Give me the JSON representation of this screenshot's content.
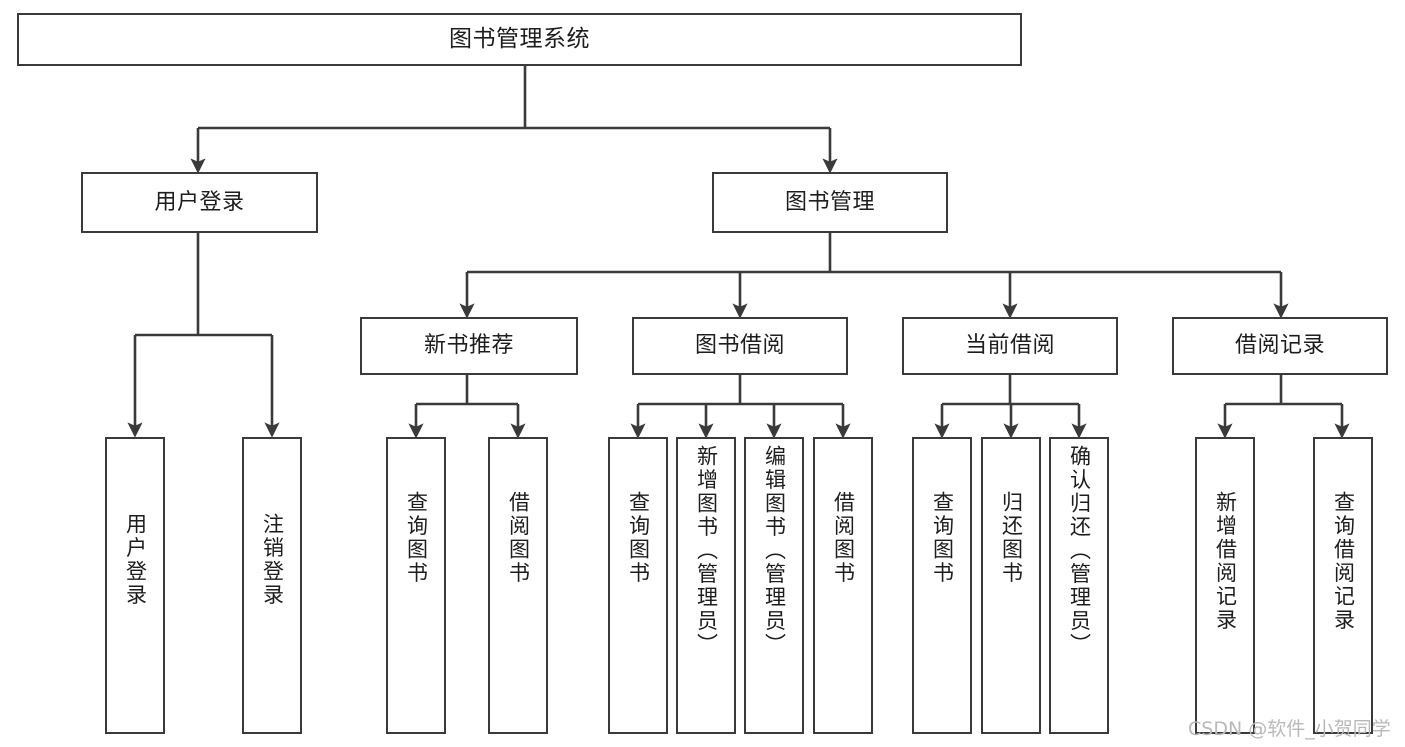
{
  "diagram": {
    "title": "图书管理系统",
    "type": "hierarchy-tree",
    "levels": 4
  },
  "watermark": {
    "text": "CSDN @软件_小贺同学"
  },
  "nodes": {
    "root": {
      "label": "图书管理系统"
    },
    "level2": [
      {
        "label": "用户登录"
      },
      {
        "label": "图书管理"
      }
    ],
    "level3": [
      {
        "label": "新书推荐"
      },
      {
        "label": "图书借阅"
      },
      {
        "label": "当前借阅"
      },
      {
        "label": "借阅记录"
      }
    ],
    "leaves_user_login": [
      {
        "label": "用户登录"
      },
      {
        "label": "注销登录"
      }
    ],
    "leaves_new_book": [
      {
        "label": "查询图书"
      },
      {
        "label": "借阅图书"
      }
    ],
    "leaves_borrow": [
      {
        "label": "查询图书"
      },
      {
        "label": "新增图书（管理员）"
      },
      {
        "label": "编辑图书（管理员）"
      },
      {
        "label": "借阅图书"
      }
    ],
    "leaves_current": [
      {
        "label": "查询图书"
      },
      {
        "label": "归还图书"
      },
      {
        "label": "确认归还（管理员）"
      }
    ],
    "leaves_records": [
      {
        "label": "新增借阅记录"
      },
      {
        "label": "查询借阅记录"
      }
    ]
  },
  "colors": {
    "border": "#3a3a3a",
    "text": "#1d1d1d",
    "background": "#ffffff",
    "watermark": "#b9b9b9"
  }
}
